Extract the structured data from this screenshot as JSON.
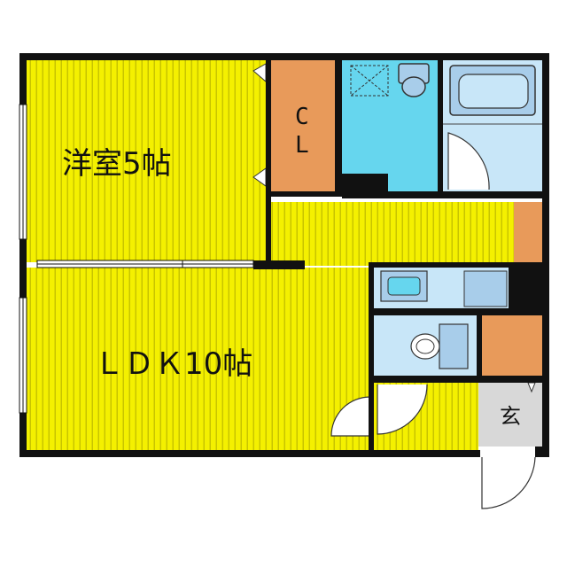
{
  "plan": {
    "rooms": {
      "western_room": {
        "label": "洋室5帖"
      },
      "ldk": {
        "label": "ＬＤＫ10帖"
      },
      "closet": {
        "label_line1": "C",
        "label_line2": "L"
      },
      "entrance": {
        "label": "玄"
      }
    },
    "colors": {
      "floor": "#f4f000",
      "floor_stripe": "#c8c400",
      "wall": "#111111",
      "storage": "#e89a5a",
      "wet_area": "#66d6ee",
      "bath_fixture": "#a8cdea",
      "washroom": "#c8e6f8",
      "entrance": "#d8d8d8"
    }
  }
}
